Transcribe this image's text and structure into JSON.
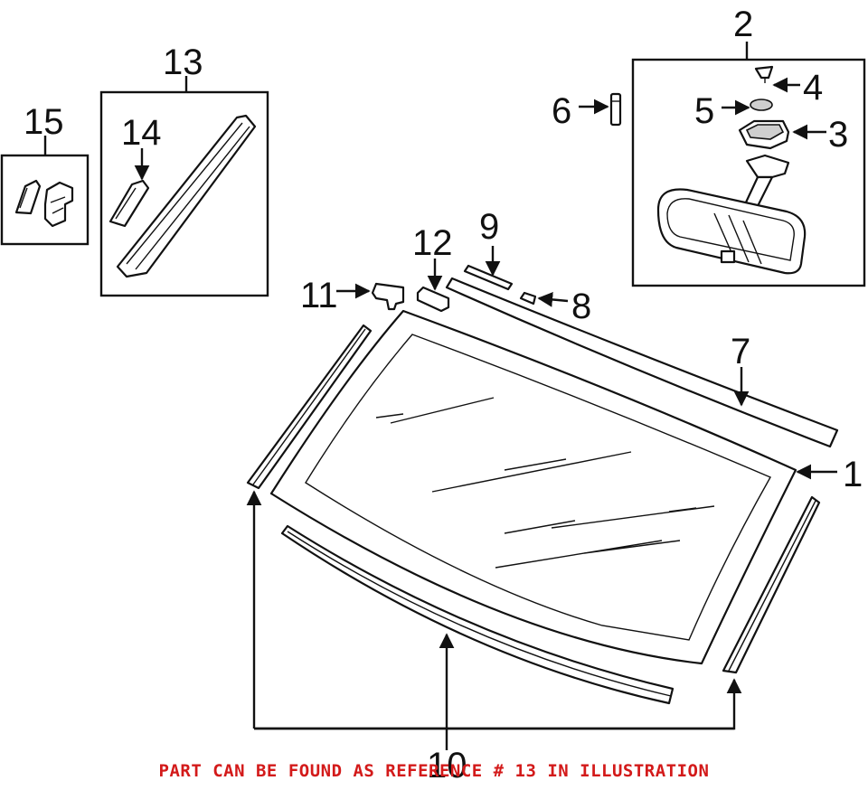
{
  "callouts": {
    "c1": "1",
    "c2": "2",
    "c3": "3",
    "c4": "4",
    "c5": "5",
    "c6": "6",
    "c7": "7",
    "c8": "8",
    "c9": "9",
    "c10": "10",
    "c11": "11",
    "c12": "12",
    "c13": "13",
    "c14": "14",
    "c15": "15"
  },
  "caption": "PART CAN BE FOUND AS REFERENCE # 13 IN ILLUSTRATION",
  "colors": {
    "caption": "#d31a1a",
    "line": "#111111",
    "background": "#ffffff"
  }
}
